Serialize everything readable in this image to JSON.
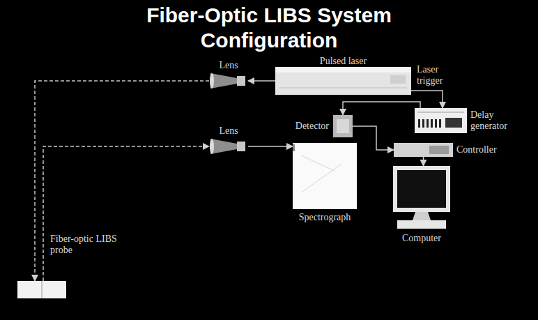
{
  "diagram": {
    "title": "Fiber-Optic LIBS System Configuration",
    "nodes": [
      {
        "text": [
          "Lens"
        ]
      },
      {
        "text": [
          "Pulsed laser"
        ]
      },
      {
        "text": [
          "Delay generator"
        ]
      },
      {
        "text": [
          "Detector"
        ]
      },
      {
        "text": [
          "Lens"
        ]
      },
      {
        "text": [
          "Spectrograph"
        ]
      },
      {
        "text": [
          "Controller"
        ]
      },
      {
        "text": [
          "Computer"
        ]
      },
      {
        "text": [
          "Fiber-optic LIBS probe"
        ]
      }
    ],
    "edges": [
      {
        "from": 1,
        "to": 0,
        "arrow": "to"
      },
      {
        "from": 0,
        "to": 8,
        "arrow": "to"
      },
      {
        "from": 8,
        "to": 4,
        "arrow": "to"
      },
      {
        "from": 4,
        "to": 5,
        "arrow": "to"
      },
      {
        "from": 2,
        "to": 3,
        "arrow": "to"
      },
      {
        "from": 3,
        "to": 6,
        "arrow": "to"
      },
      {
        "from": 6,
        "to": 7,
        "arrow": "to"
      },
      {
        "from": 1,
        "to": 2,
        "label": "Laser trigger",
        "arrow": "to"
      }
    ]
  }
}
